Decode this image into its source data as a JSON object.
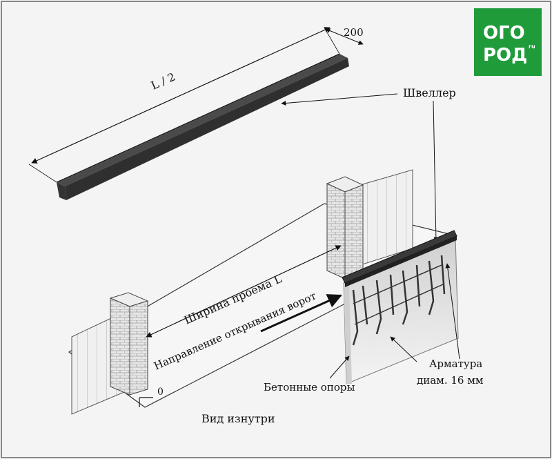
{
  "logo": {
    "line1": "ОГО",
    "line2": "РОД",
    "sup": "ru",
    "bg": "#1f9b3a"
  },
  "labels": {
    "half_length": "L / 2",
    "channel_width": "200",
    "channel": "Швеллер",
    "opening_width": "Ширина проема L",
    "direction": "Направление открывания ворот",
    "concrete": "Бетонные опоры",
    "rebar_line1": "Арматура",
    "rebar_line2": "диам. 16 мм",
    "zero": "0",
    "view": "Вид изнутри"
  }
}
